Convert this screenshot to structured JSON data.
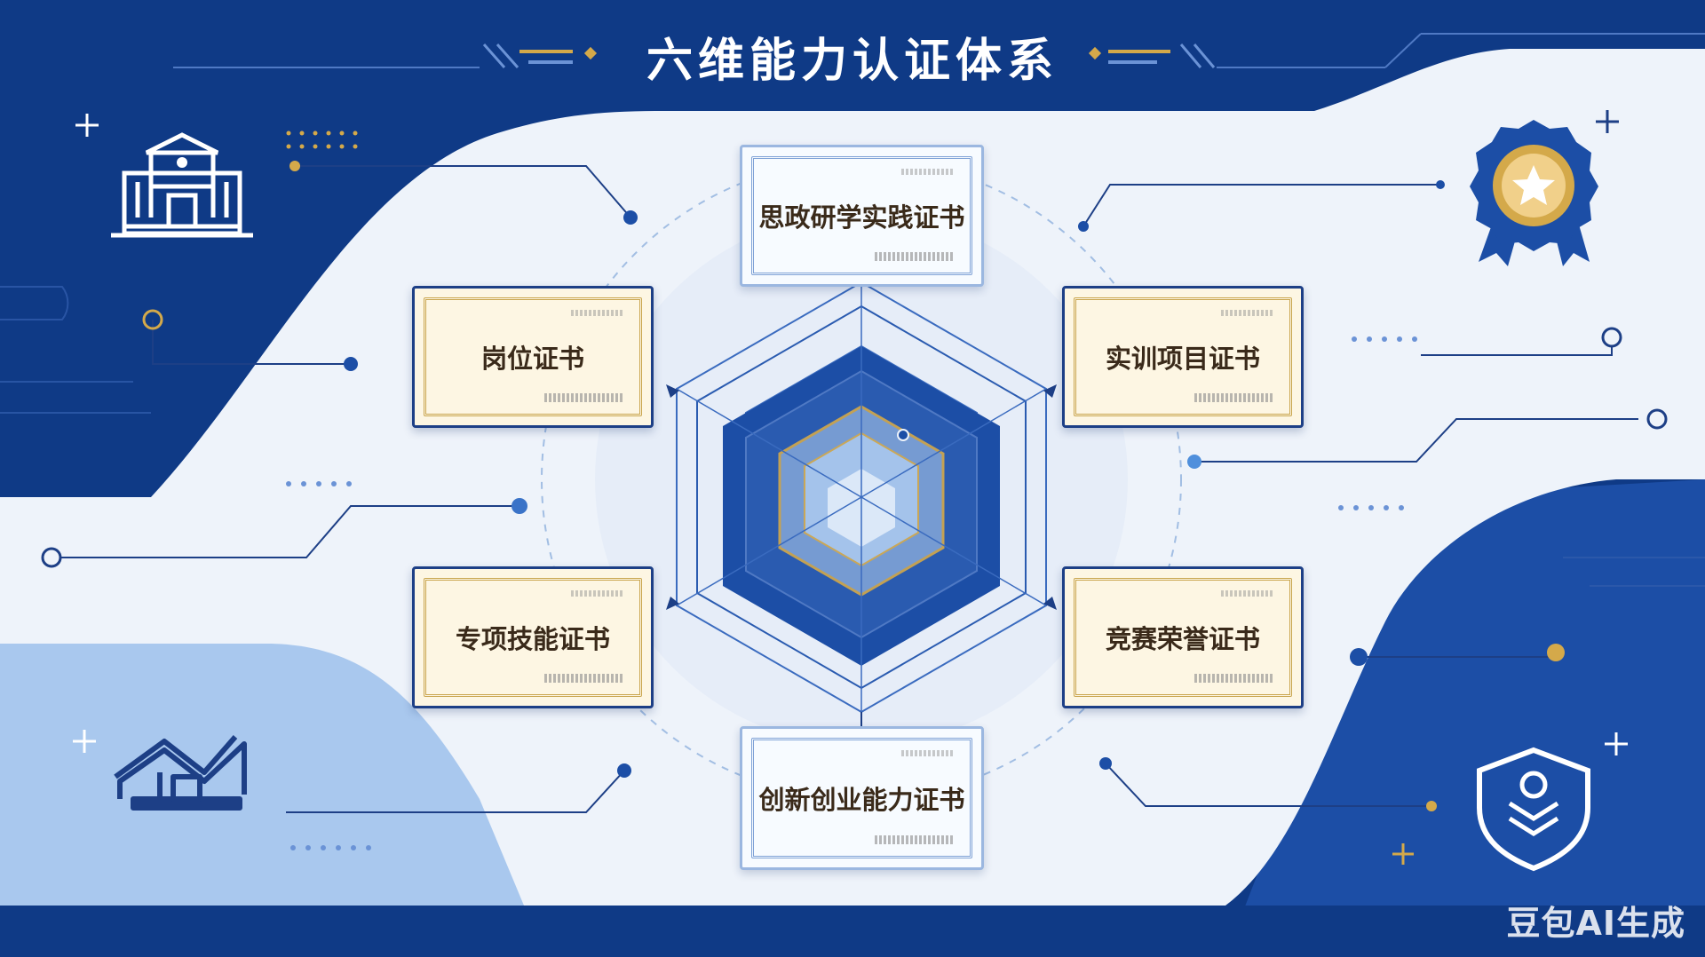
{
  "title": "六维能力认证体系",
  "certificates": [
    {
      "key": "top",
      "label": "思政研学实践证书",
      "style": "blue"
    },
    {
      "key": "upper-left",
      "label": "岗位证书",
      "style": "gold"
    },
    {
      "key": "upper-right",
      "label": "实训项目证书",
      "style": "gold"
    },
    {
      "key": "lower-left",
      "label": "专项技能证书",
      "style": "gold"
    },
    {
      "key": "lower-right",
      "label": "竞赛荣誉证书",
      "style": "gold"
    },
    {
      "key": "bottom",
      "label": "创新创业能力证书",
      "style": "blue"
    }
  ],
  "watermark": "豆包AI生成",
  "colors": {
    "navy": "#0f3a86",
    "royal": "#1c4ea6",
    "light": "#eef3fa",
    "gold": "#d4a94a",
    "pale_blue": "#a9c8ee"
  },
  "icons": [
    "school-building-icon",
    "medal-ribbon-icon",
    "house-chart-icon",
    "shield-badge-icon"
  ]
}
